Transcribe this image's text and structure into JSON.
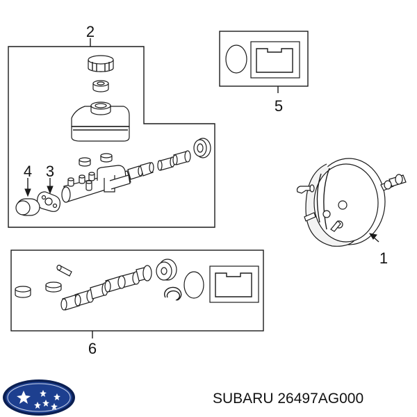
{
  "callouts": {
    "c1": "1",
    "c2": "2",
    "c3": "3",
    "c4": "4",
    "c5": "5",
    "c6": "6"
  },
  "footer": {
    "brand_part": "SUBARU 26497AG000"
  },
  "colors": {
    "line": "#1a1a1a",
    "logo_blue": "#1d3f8f",
    "logo_dark": "#0b1f52"
  },
  "icons": {
    "logo": "subaru-pleiades-logo"
  }
}
